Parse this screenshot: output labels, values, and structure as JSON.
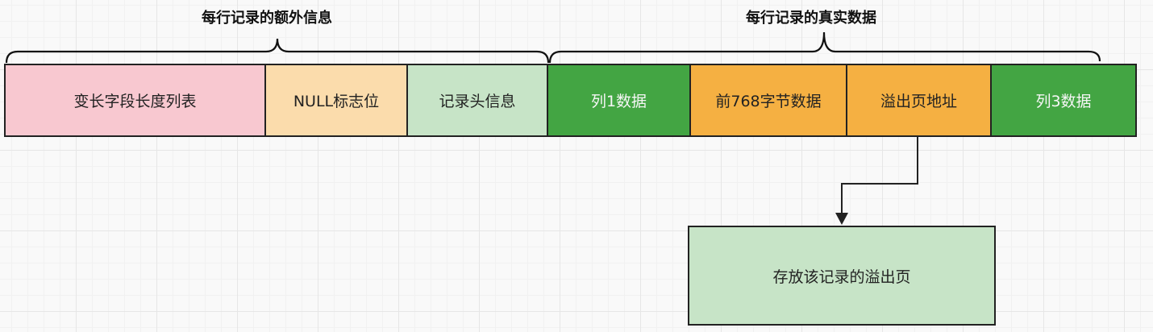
{
  "groups": {
    "extra_info": "每行记录的额外信息",
    "real_data": "每行记录的真实数据"
  },
  "cells": [
    {
      "label": "变长字段长度列表",
      "color": "#f8c8d0"
    },
    {
      "label": "NULL标志位",
      "color": "#fbdcac"
    },
    {
      "label": "记录头信息",
      "color": "#c7e4c7"
    },
    {
      "label": "列1数据",
      "color": "#43a543"
    },
    {
      "label": "前768字节数据",
      "color": "#f5b042"
    },
    {
      "label": "溢出页地址",
      "color": "#f5b042"
    },
    {
      "label": "列3数据",
      "color": "#43a543"
    }
  ],
  "overflow_page": {
    "label": "存放该记录的溢出页",
    "color": "#c7e4c7"
  }
}
